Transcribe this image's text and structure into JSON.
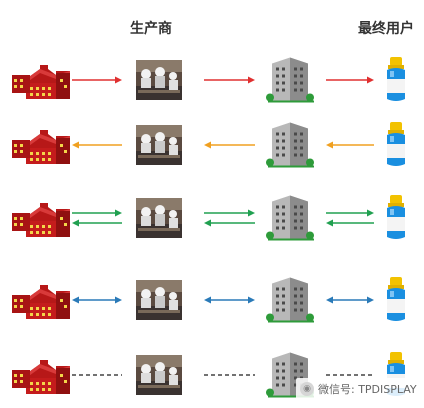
{
  "headers": {
    "producer": "生产商",
    "end_user": "最终用户"
  },
  "watermark": "微信号: TPDISPLAY",
  "columns": [
    "factory",
    "workers",
    "distributor-building",
    "end-user-bottle"
  ],
  "rows": [
    {
      "flow": "forward",
      "color": "#e03030",
      "dashed": false
    },
    {
      "flow": "backward",
      "color": "#f0a020",
      "dashed": false
    },
    {
      "flow": "bidirectional-pair",
      "color": "#20a050",
      "dashed": false
    },
    {
      "flow": "bidirectional",
      "color": "#2a7ab8",
      "dashed": false
    },
    {
      "flow": "none",
      "color": "#444444",
      "dashed": true
    }
  ],
  "icons": {
    "factory": "factory-icon",
    "workers": "workers-photo-icon",
    "building": "office-building-icon",
    "bottle": "water-bottle-icon"
  },
  "colors": {
    "factory": "#c41c1c",
    "bottle_cap": "#f2c200",
    "bottle_body": "#1a8fe0"
  }
}
